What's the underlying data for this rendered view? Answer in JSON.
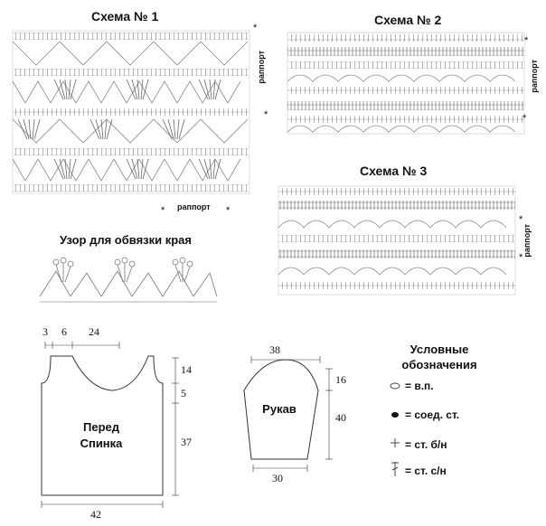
{
  "schemes": {
    "s1": {
      "title": "Схема № 1",
      "rapport_v": "раппорт",
      "rapport_h": "раппорт"
    },
    "s2": {
      "title": "Схема № 2",
      "rapport_v": "раппорт"
    },
    "s3": {
      "title": "Схема № 3",
      "rapport_v": "раппорт"
    }
  },
  "edging": {
    "title": "Узор для обвязки края"
  },
  "front": {
    "label_line1": "Перед",
    "label_line2": "Спинка",
    "top_dims": [
      "3",
      "6",
      "24"
    ],
    "right_dims": [
      "14",
      "5",
      "37"
    ],
    "bottom_dim": "42"
  },
  "sleeve": {
    "label": "Рукав",
    "top_dim": "38",
    "right_dims": [
      "16",
      "40"
    ],
    "bottom_dim": "30"
  },
  "legend": {
    "title_line1": "Условные",
    "title_line2": "обозначения",
    "items": [
      {
        "icon": "chain-stitch-icon",
        "text": "= в.п."
      },
      {
        "icon": "slip-stitch-icon",
        "text": "= соед. ст."
      },
      {
        "icon": "single-crochet-icon",
        "text": "= ст. б/н"
      },
      {
        "icon": "double-crochet-icon",
        "text": "= ст. с/н"
      }
    ]
  }
}
